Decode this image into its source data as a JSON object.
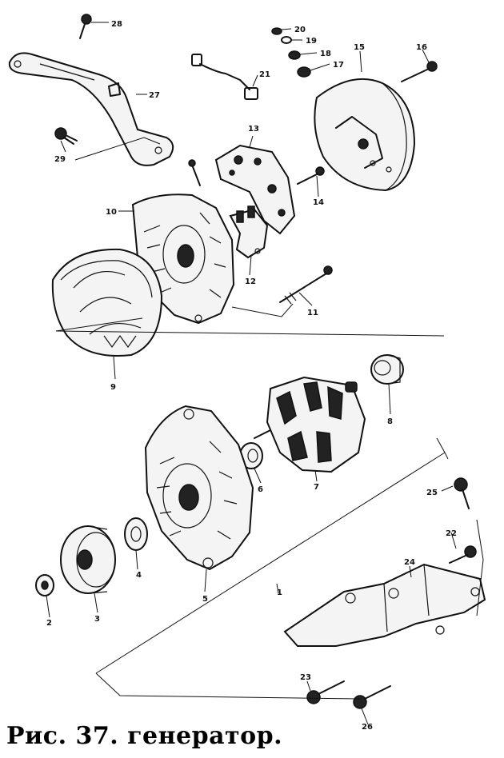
{
  "caption": "Рис. 37. генератор.",
  "labels": {
    "n1": "1",
    "n2": "2",
    "n3": "3",
    "n4": "4",
    "n5": "5",
    "n6": "6",
    "n7": "7",
    "n8": "8",
    "n9": "9",
    "n10": "10",
    "n11": "11",
    "n12": "12",
    "n13": "13",
    "n14": "14",
    "n15": "15",
    "n16": "16",
    "n17": "17",
    "n18": "18",
    "n19": "19",
    "n20": "20",
    "n21": "21",
    "n22": "22",
    "n23": "23",
    "n24": "24",
    "n25": "25",
    "n26": "26",
    "n27": "27",
    "n28": "28",
    "n29": "29"
  }
}
